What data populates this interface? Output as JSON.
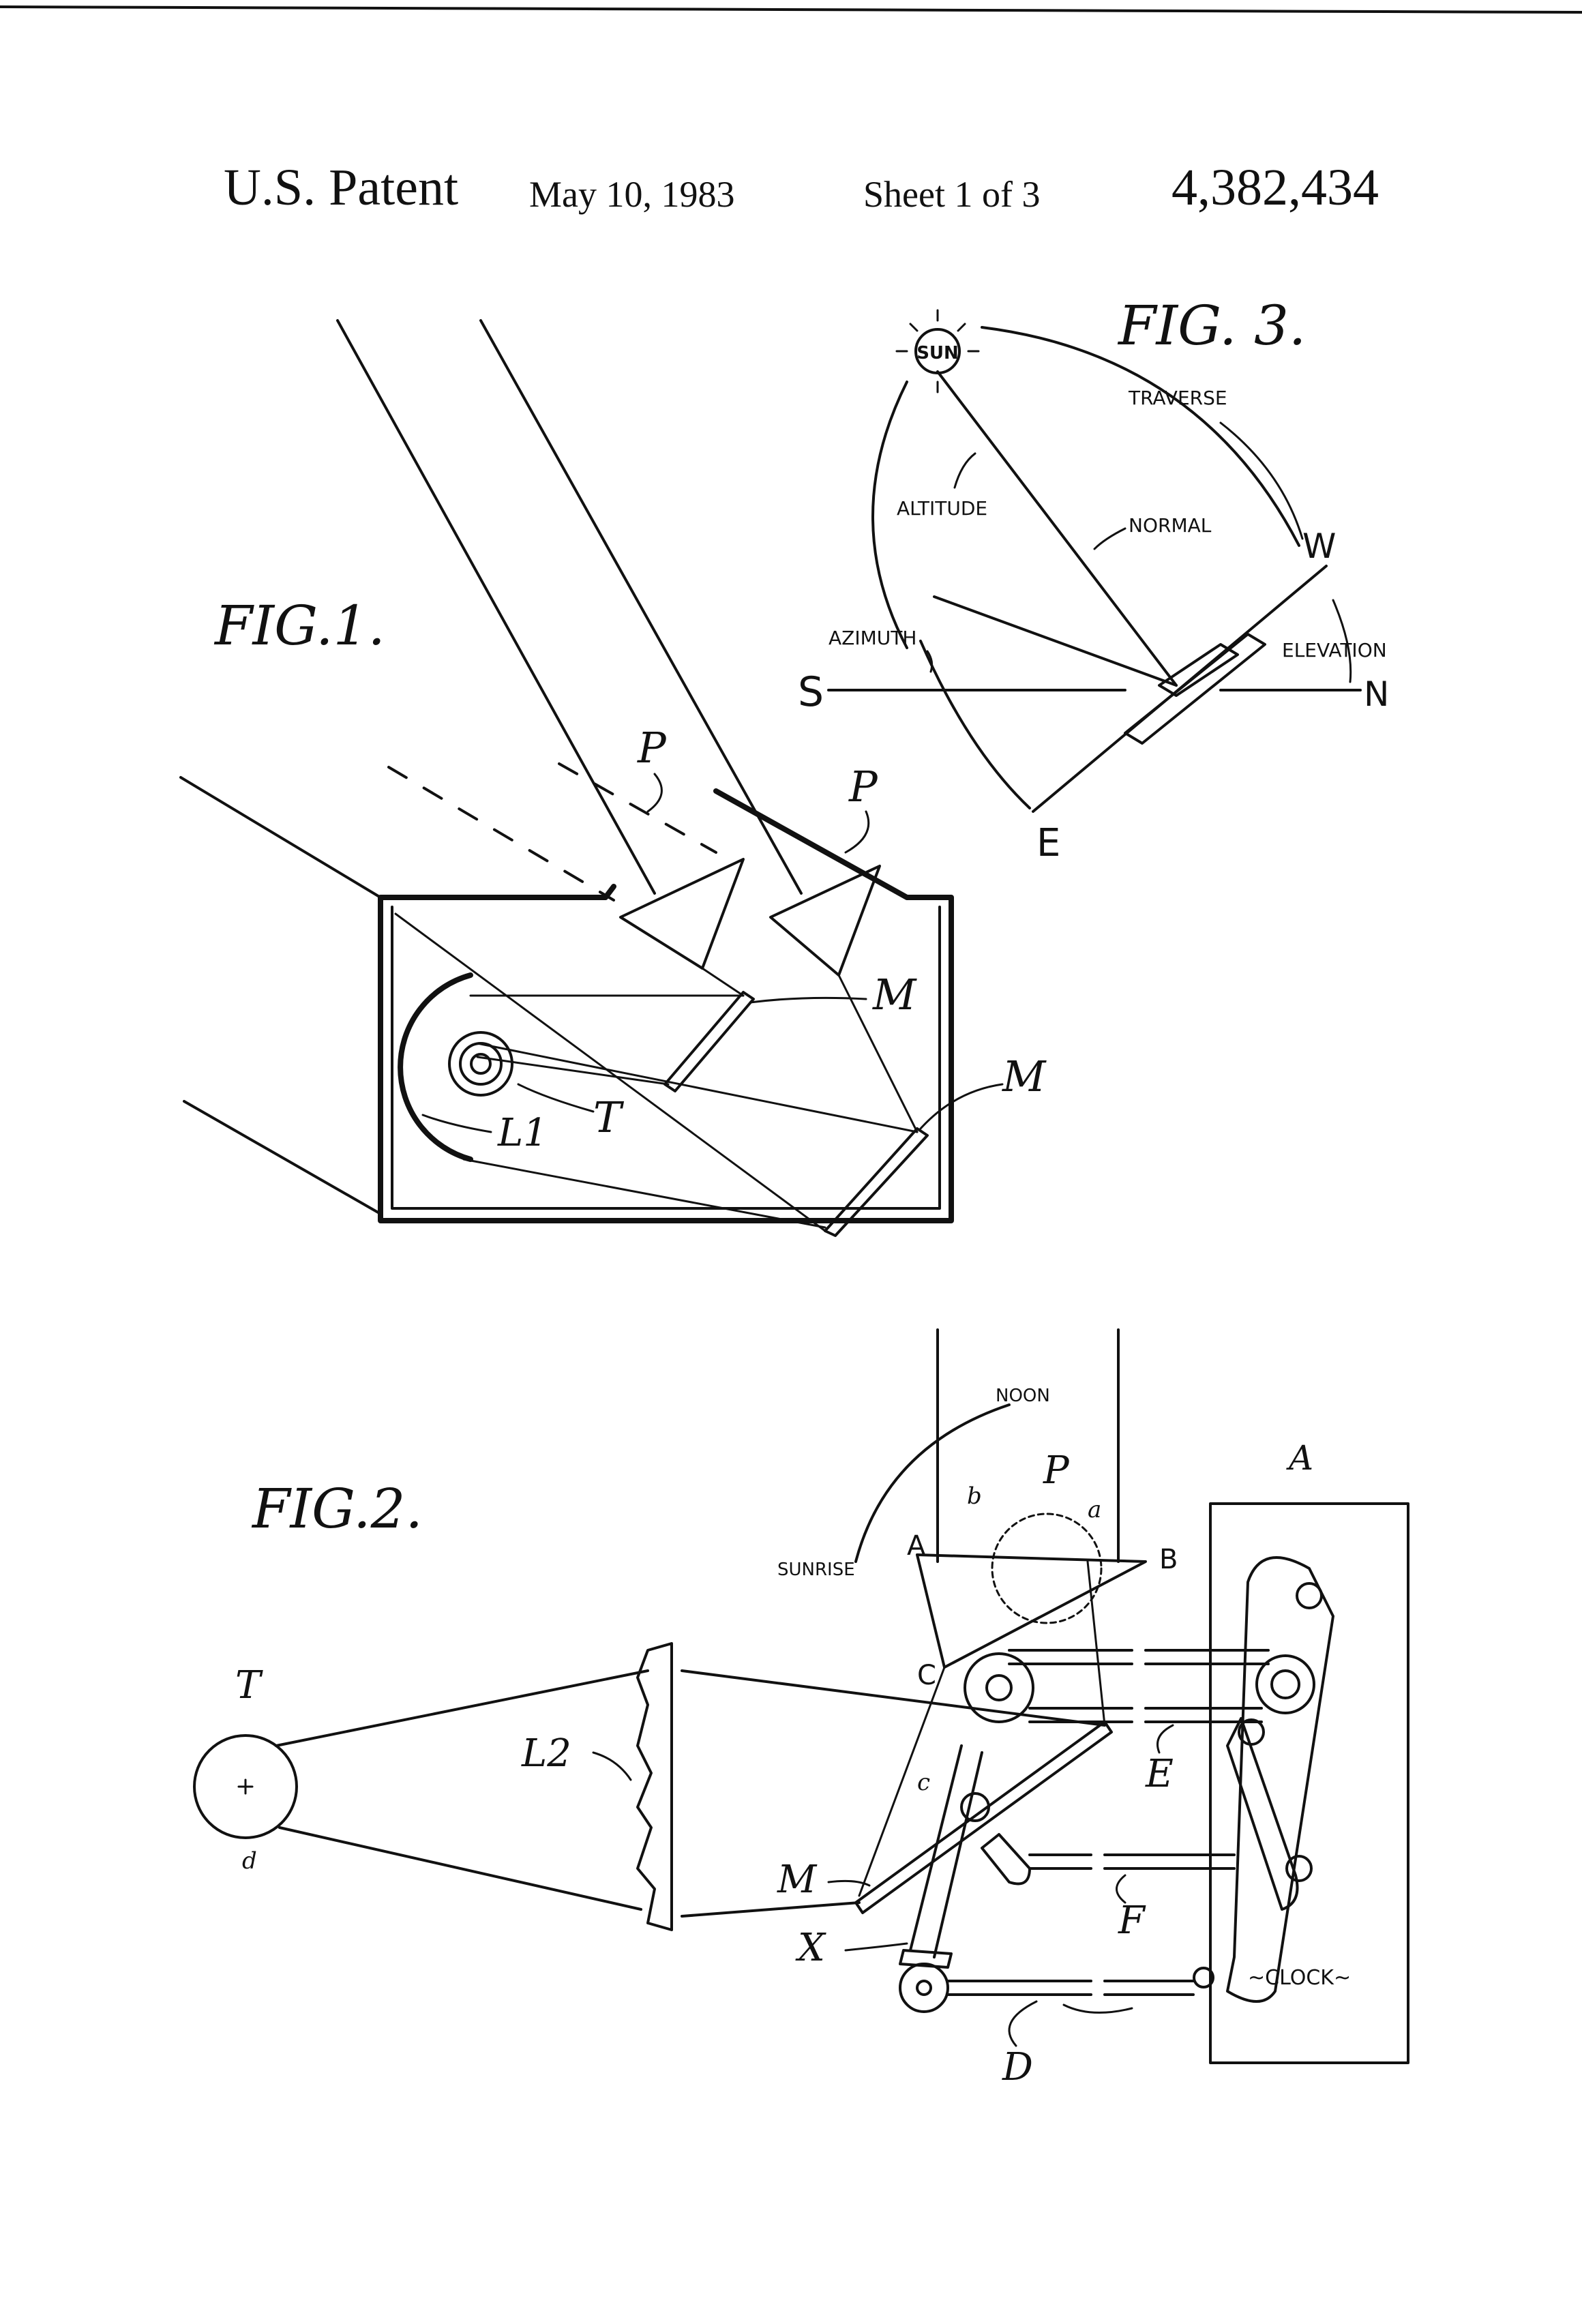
{
  "header": {
    "patent": "U.S. Patent",
    "date": "May 10, 1983",
    "sheet": "Sheet 1 of 3",
    "number": "4,382,434"
  },
  "fig1": {
    "title": "FIG.1.",
    "labels": {
      "p1": "P",
      "p2": "P",
      "m1": "M",
      "m2": "M",
      "t": "T",
      "l1": "L1"
    }
  },
  "fig2": {
    "title": "FIG.2.",
    "labels": {
      "noon": "NOON",
      "sunrise": "SUNRISE",
      "p": "P",
      "a_small": "a",
      "b_small": "b",
      "c_small": "c",
      "A": "A",
      "B": "B",
      "C": "C",
      "E": "E",
      "F": "F",
      "M": "M",
      "X": "X",
      "D": "D",
      "T": "T",
      "d": "d",
      "L2": "L2",
      "A_frame": "A",
      "clock": "~CLOCK~"
    }
  },
  "fig3": {
    "title": "FIG. 3.",
    "labels": {
      "sun": "SUN",
      "traverse": "TRAVERSE",
      "altitude": "ALTITUDE",
      "normal": "NORMAL",
      "azimuth": "AZIMUTH",
      "elevation": "ELEVATION",
      "S": "S",
      "N": "N",
      "W": "W",
      "E": "E"
    }
  }
}
